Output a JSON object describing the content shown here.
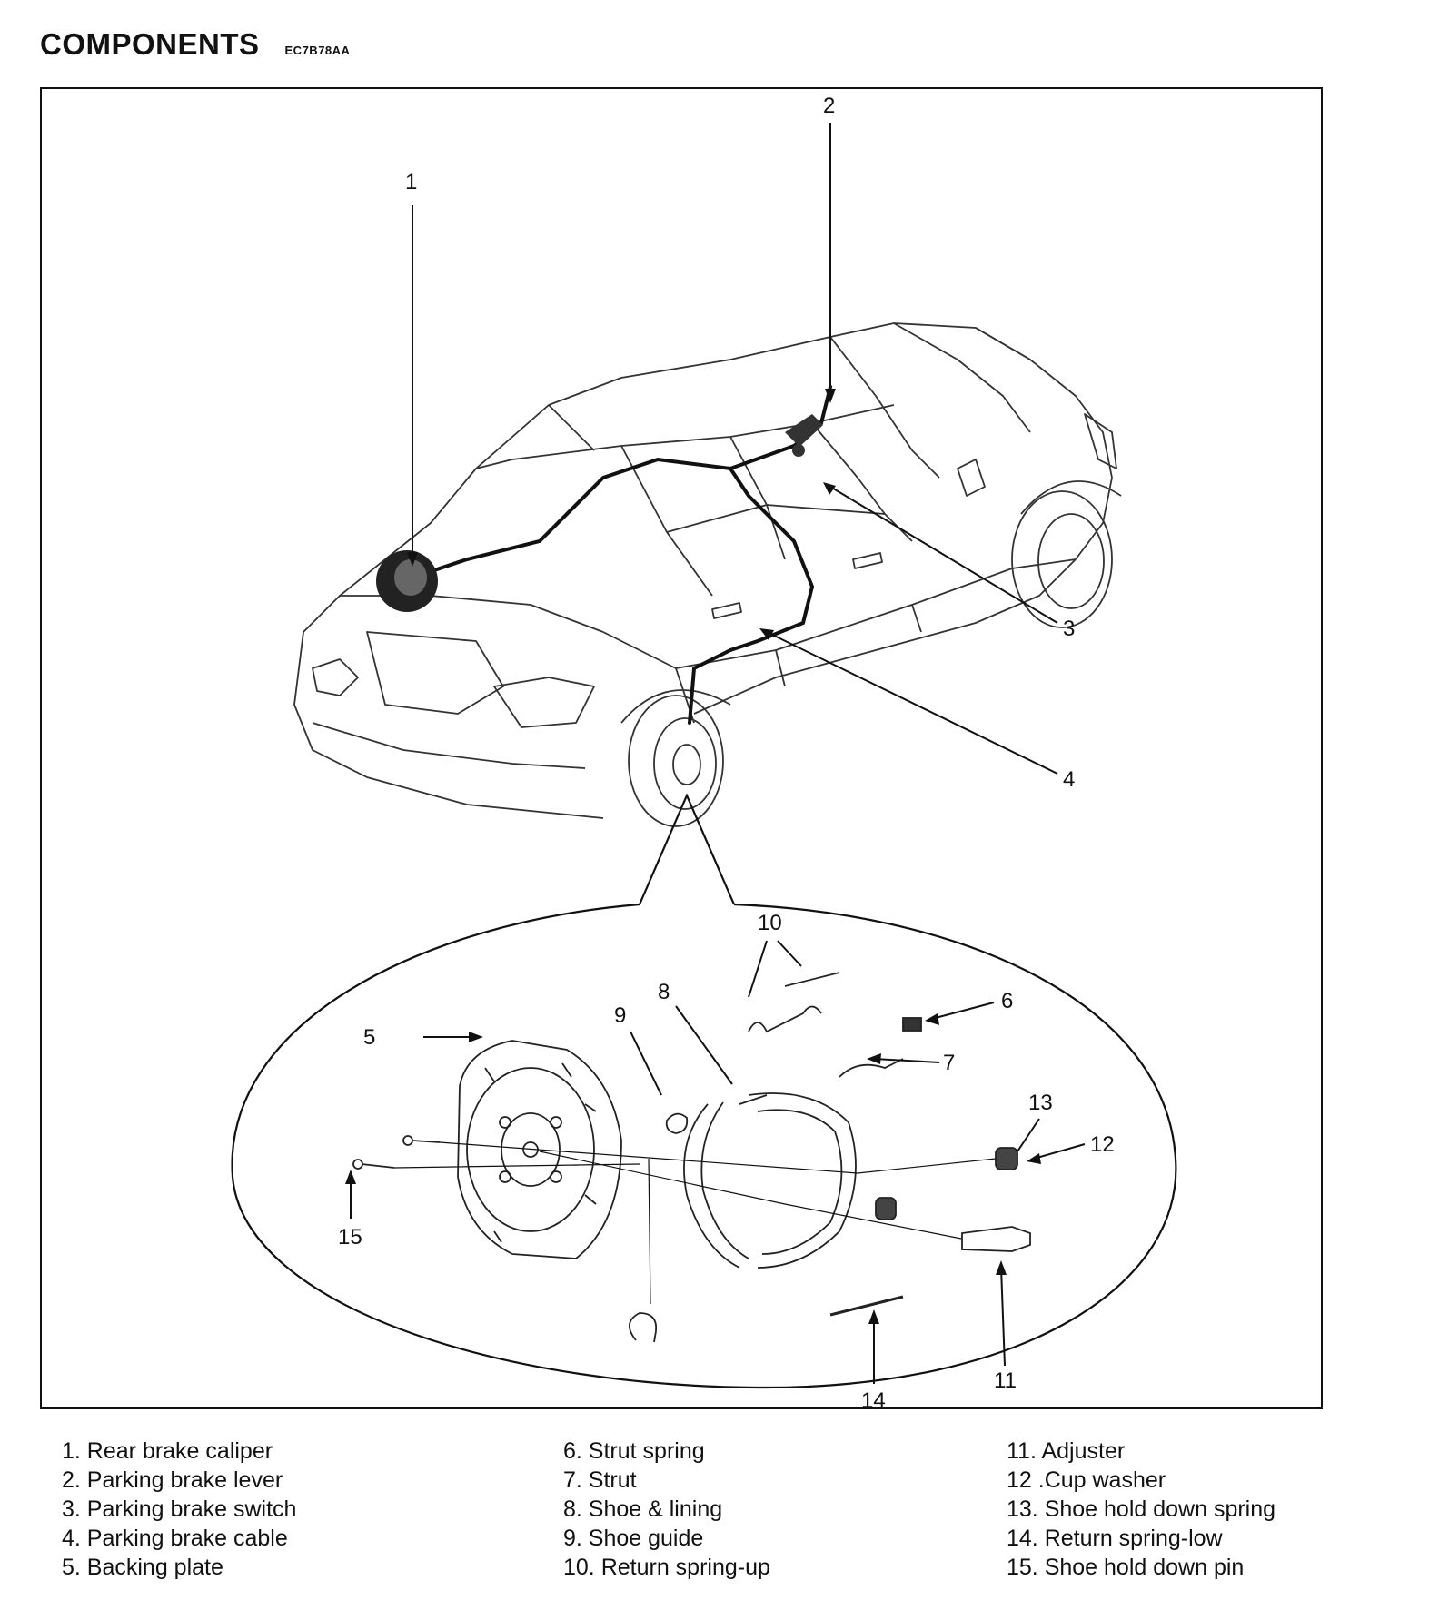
{
  "header": {
    "title": "COMPONENTS",
    "code": "EC7B78AA"
  },
  "callouts": [
    "1",
    "2",
    "3",
    "4",
    "5",
    "6",
    "7",
    "8",
    "9",
    "10",
    "11",
    "12",
    "13",
    "14",
    "15"
  ],
  "legend": {
    "col1": [
      "1. Rear brake caliper",
      "2. Parking brake lever",
      "3. Parking brake switch",
      "4. Parking brake cable",
      "5. Backing plate"
    ],
    "col2": [
      "6. Strut spring",
      "7. Strut",
      "8. Shoe & lining",
      "9. Shoe guide",
      "10. Return spring-up"
    ],
    "col3": [
      "11. Adjuster",
      "12 .Cup washer",
      "13. Shoe hold down spring",
      "14. Return spring-low",
      "15. Shoe hold down pin"
    ]
  }
}
